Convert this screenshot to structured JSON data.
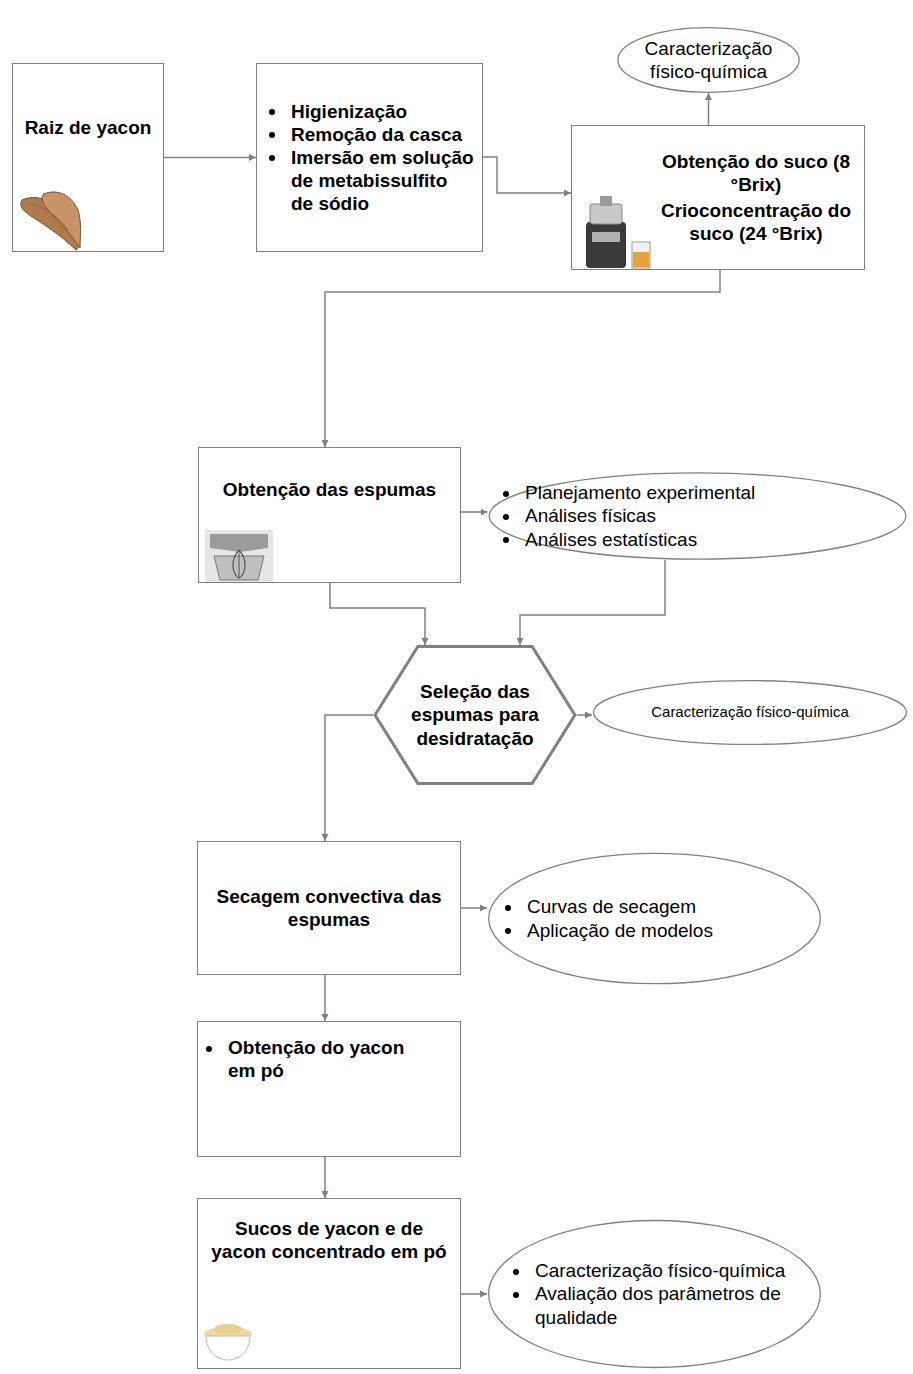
{
  "diagram": {
    "nodes": [
      {
        "text": [
          "Raiz de yacon"
        ]
      },
      {
        "text": [
          "Higienização",
          "Remoção da casca",
          "Imersão em solução de metabissulfito de sódio"
        ]
      },
      {
        "text": [
          "Caracterização físico-química"
        ]
      },
      {
        "text": [
          "Obtenção do suco (8 °Brix)",
          "Crioconcentração do suco (24 °Brix)"
        ]
      },
      {
        "text": [
          "Obtenção das espumas"
        ]
      },
      {
        "text": [
          "Planejamento experimental",
          "Análises físicas",
          "Análises estatísticas"
        ]
      },
      {
        "text": [
          "Seleção das espumas para desidratação"
        ]
      },
      {
        "text": [
          "Caracterização físico-química"
        ]
      },
      {
        "text": [
          "Secagem convectiva das espumas"
        ]
      },
      {
        "text": [
          "Curvas de secagem",
          "Aplicação de modelos"
        ]
      },
      {
        "text": [
          "Obtenção do yacon em pó"
        ]
      },
      {
        "text": [
          "Sucos de yacon e de yacon concentrado em pó"
        ]
      },
      {
        "text": [
          "Caracterização físico-química",
          "Avaliação dos parâmetros de qualidade"
        ]
      }
    ],
    "edges": [
      {
        "from": 0,
        "to": 1,
        "arrow": "to"
      },
      {
        "from": 1,
        "to": 3,
        "arrow": "to"
      },
      {
        "from": 3,
        "to": 2,
        "arrow": "to"
      },
      {
        "from": 3,
        "to": 4,
        "arrow": "to"
      },
      {
        "from": 4,
        "to": 5,
        "arrow": "to"
      },
      {
        "from": 4,
        "to": 6,
        "arrow": "to"
      },
      {
        "from": 5,
        "to": 6,
        "arrow": "to"
      },
      {
        "from": 6,
        "to": 7,
        "arrow": "to"
      },
      {
        "from": 6,
        "to": 8,
        "arrow": "to"
      },
      {
        "from": 8,
        "to": 9,
        "arrow": "to"
      },
      {
        "from": 8,
        "to": 10,
        "arrow": "to"
      },
      {
        "from": 10,
        "to": 11,
        "arrow": "to"
      },
      {
        "from": 11,
        "to": 12,
        "arrow": "to"
      }
    ]
  }
}
